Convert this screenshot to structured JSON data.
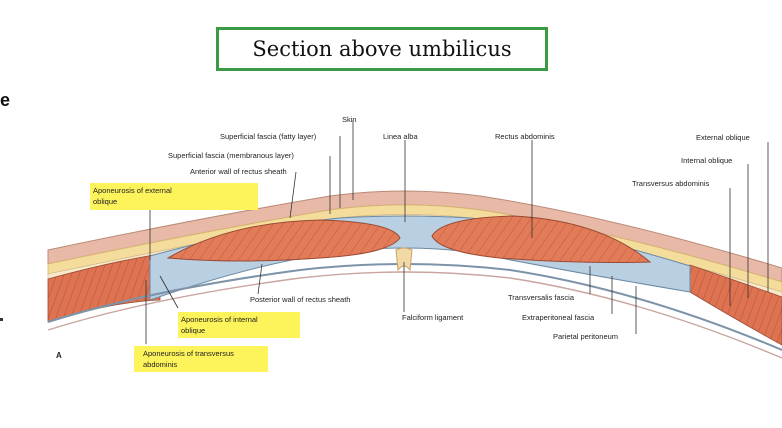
{
  "title": "Section above umbilicus",
  "edge_text": "e",
  "panel_letter": "A",
  "labels": {
    "skin": "Skin",
    "superficial_fatty": "Superficial fascia (fatty layer)",
    "superficial_membranous": "Superficial fascia (membranous layer)",
    "anterior_wall": "Anterior wall of rectus sheath",
    "linea_alba": "Linea alba",
    "rectus_abdominis": "Rectus abdominis",
    "external_oblique": "External oblique",
    "internal_oblique": "Internal oblique",
    "transversus_abdominis": "Transversus abdominis",
    "posterior_wall": "Posterior wall of rectus sheath",
    "falciform": "Falciform ligament",
    "transversalis": "Transversalis fascia",
    "extraperitoneal": "Extraperitoneal fascia",
    "parietal_peritoneum": "Parietal peritoneum"
  },
  "highlighted_labels": {
    "apon_external_1": "Aponeurosis of external",
    "apon_external_2": "oblique",
    "apon_internal_1": "Aponeurosis of internal",
    "apon_internal_2": "oblique",
    "apon_transversus_1": "Aponeurosis of transversus",
    "apon_transversus_2": "abdominis"
  },
  "colors": {
    "title_border": "#3a9b44",
    "highlight": "#fdf35a",
    "skin": "#e8b9a6",
    "fat": "#f4dc9c",
    "fascia": "#b9cfe2",
    "muscle": "#e27b58"
  }
}
